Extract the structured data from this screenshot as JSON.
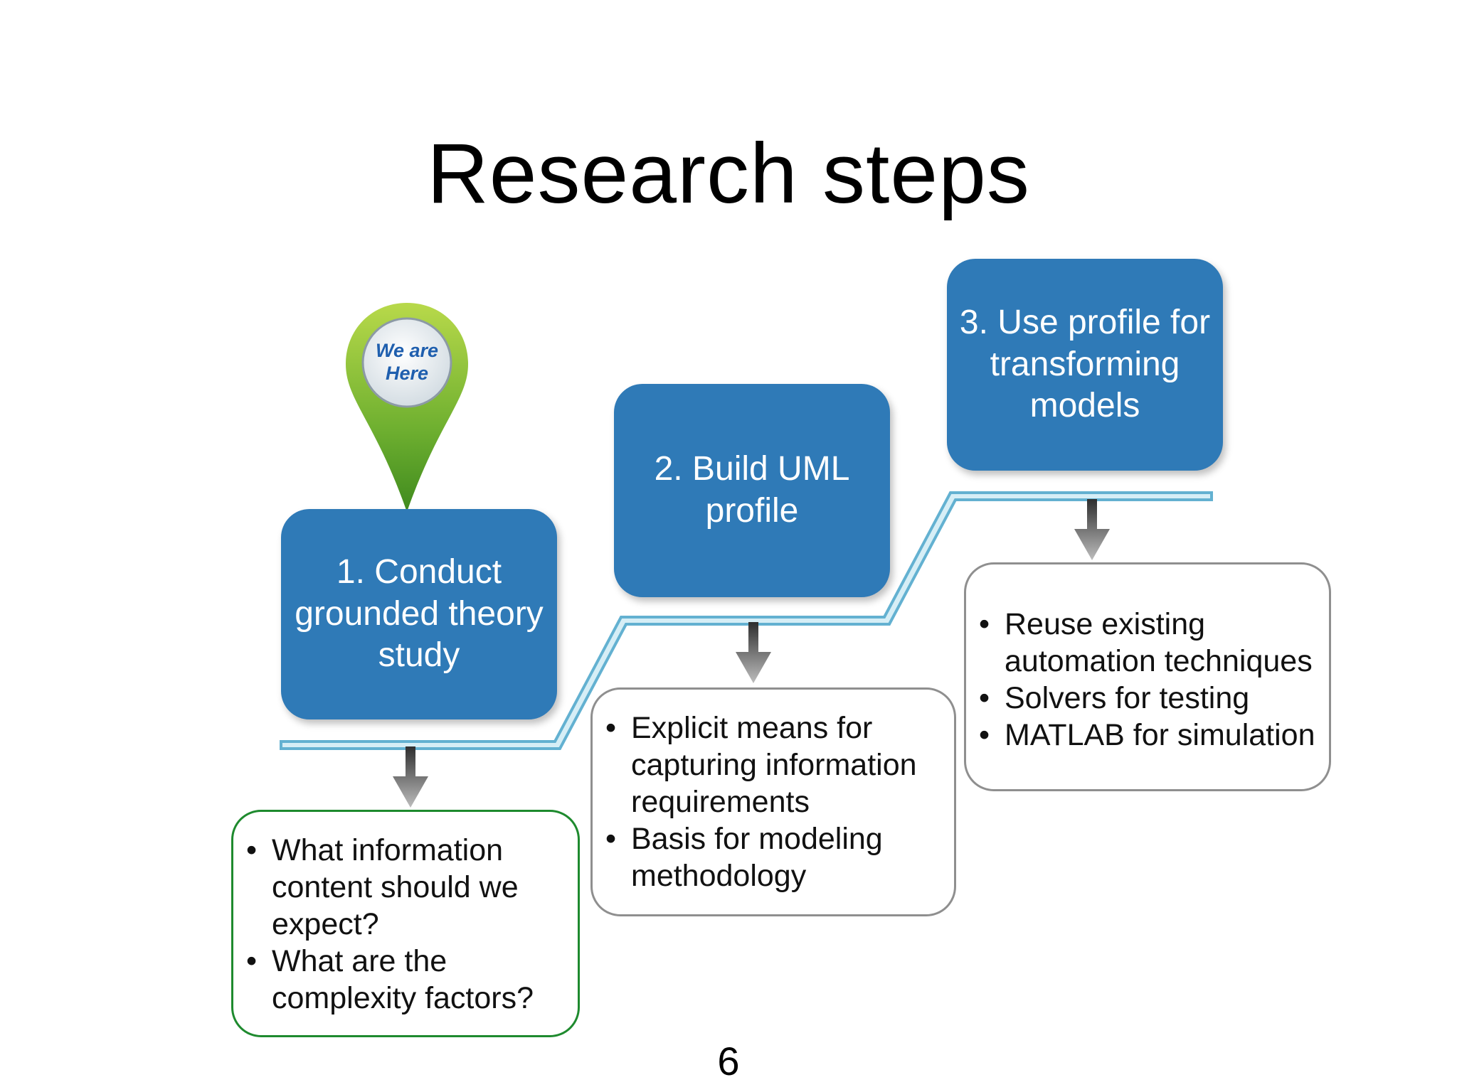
{
  "slide": {
    "title": "Research steps",
    "page_number": "6"
  },
  "pin": {
    "label_line1": "We are",
    "label_line2": "Here",
    "icon": "map-pin-icon"
  },
  "steps": [
    {
      "label": "1. Conduct\ngrounded theory\nstudy",
      "notes": [
        "What information content should we expect?",
        "What are the complexity factors?"
      ]
    },
    {
      "label": "2. Build UML\nprofile",
      "notes": [
        "Explicit means for capturing information requirements",
        "Basis for modeling methodology"
      ]
    },
    {
      "label": "3. Use profile for\ntransforming\nmodels",
      "notes": [
        "Reuse existing automation techniques",
        "Solvers for testing",
        "MATLAB for simulation"
      ]
    }
  ],
  "colors": {
    "step_fill": "#2f7ab7",
    "stair_fill": "#d6eef6",
    "stair_edge": "#63b1d1",
    "active_border": "#1e8a2e",
    "note_border": "#8f8f8f"
  }
}
